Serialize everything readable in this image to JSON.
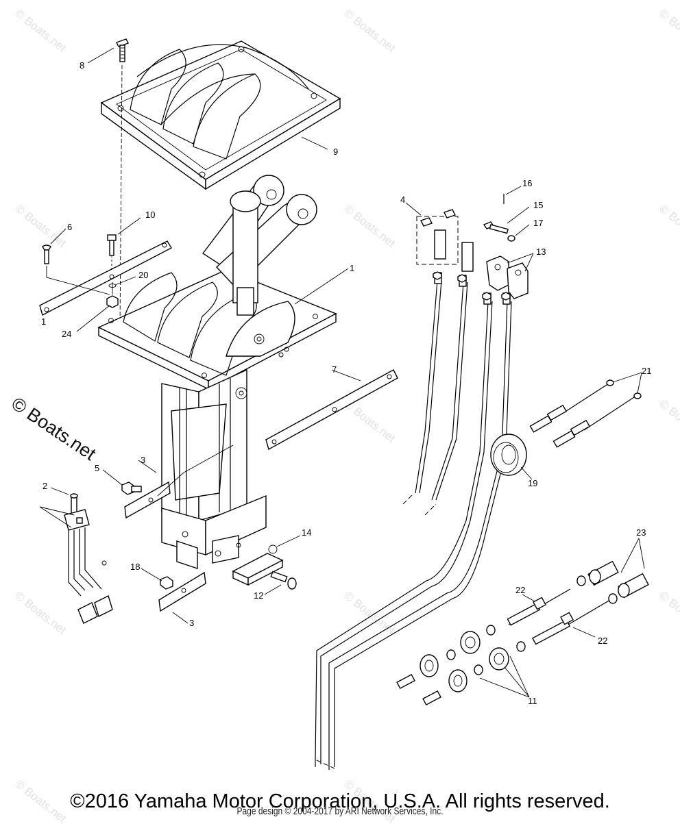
{
  "watermark": {
    "text": "© Boats.net",
    "large_text": "© Boats.net"
  },
  "callouts": [
    {
      "id": "c1",
      "label": "1"
    },
    {
      "id": "c1b",
      "label": "1"
    },
    {
      "id": "c2",
      "label": "2"
    },
    {
      "id": "c3a",
      "label": "3"
    },
    {
      "id": "c3b",
      "label": "3"
    },
    {
      "id": "c4",
      "label": "4"
    },
    {
      "id": "c5",
      "label": "5"
    },
    {
      "id": "c6",
      "label": "6"
    },
    {
      "id": "c7",
      "label": "7"
    },
    {
      "id": "c8",
      "label": "8"
    },
    {
      "id": "c9",
      "label": "9"
    },
    {
      "id": "c10",
      "label": "10"
    },
    {
      "id": "c11",
      "label": "11"
    },
    {
      "id": "c12",
      "label": "12"
    },
    {
      "id": "c13",
      "label": "13"
    },
    {
      "id": "c14",
      "label": "14"
    },
    {
      "id": "c15",
      "label": "15"
    },
    {
      "id": "c16",
      "label": "16"
    },
    {
      "id": "c17",
      "label": "17"
    },
    {
      "id": "c18",
      "label": "18"
    },
    {
      "id": "c19",
      "label": "19"
    },
    {
      "id": "c20",
      "label": "20"
    },
    {
      "id": "c21",
      "label": "21"
    },
    {
      "id": "c22a",
      "label": "22"
    },
    {
      "id": "c22b",
      "label": "22"
    },
    {
      "id": "c23",
      "label": "23"
    },
    {
      "id": "c24",
      "label": "24"
    }
  ],
  "footer": {
    "copyright": "©2016 Yamaha Motor Corporation, U.S.A. All rights reserved.",
    "page_design": "Page design © 2004-2017 by ARI Network Services, Inc."
  }
}
